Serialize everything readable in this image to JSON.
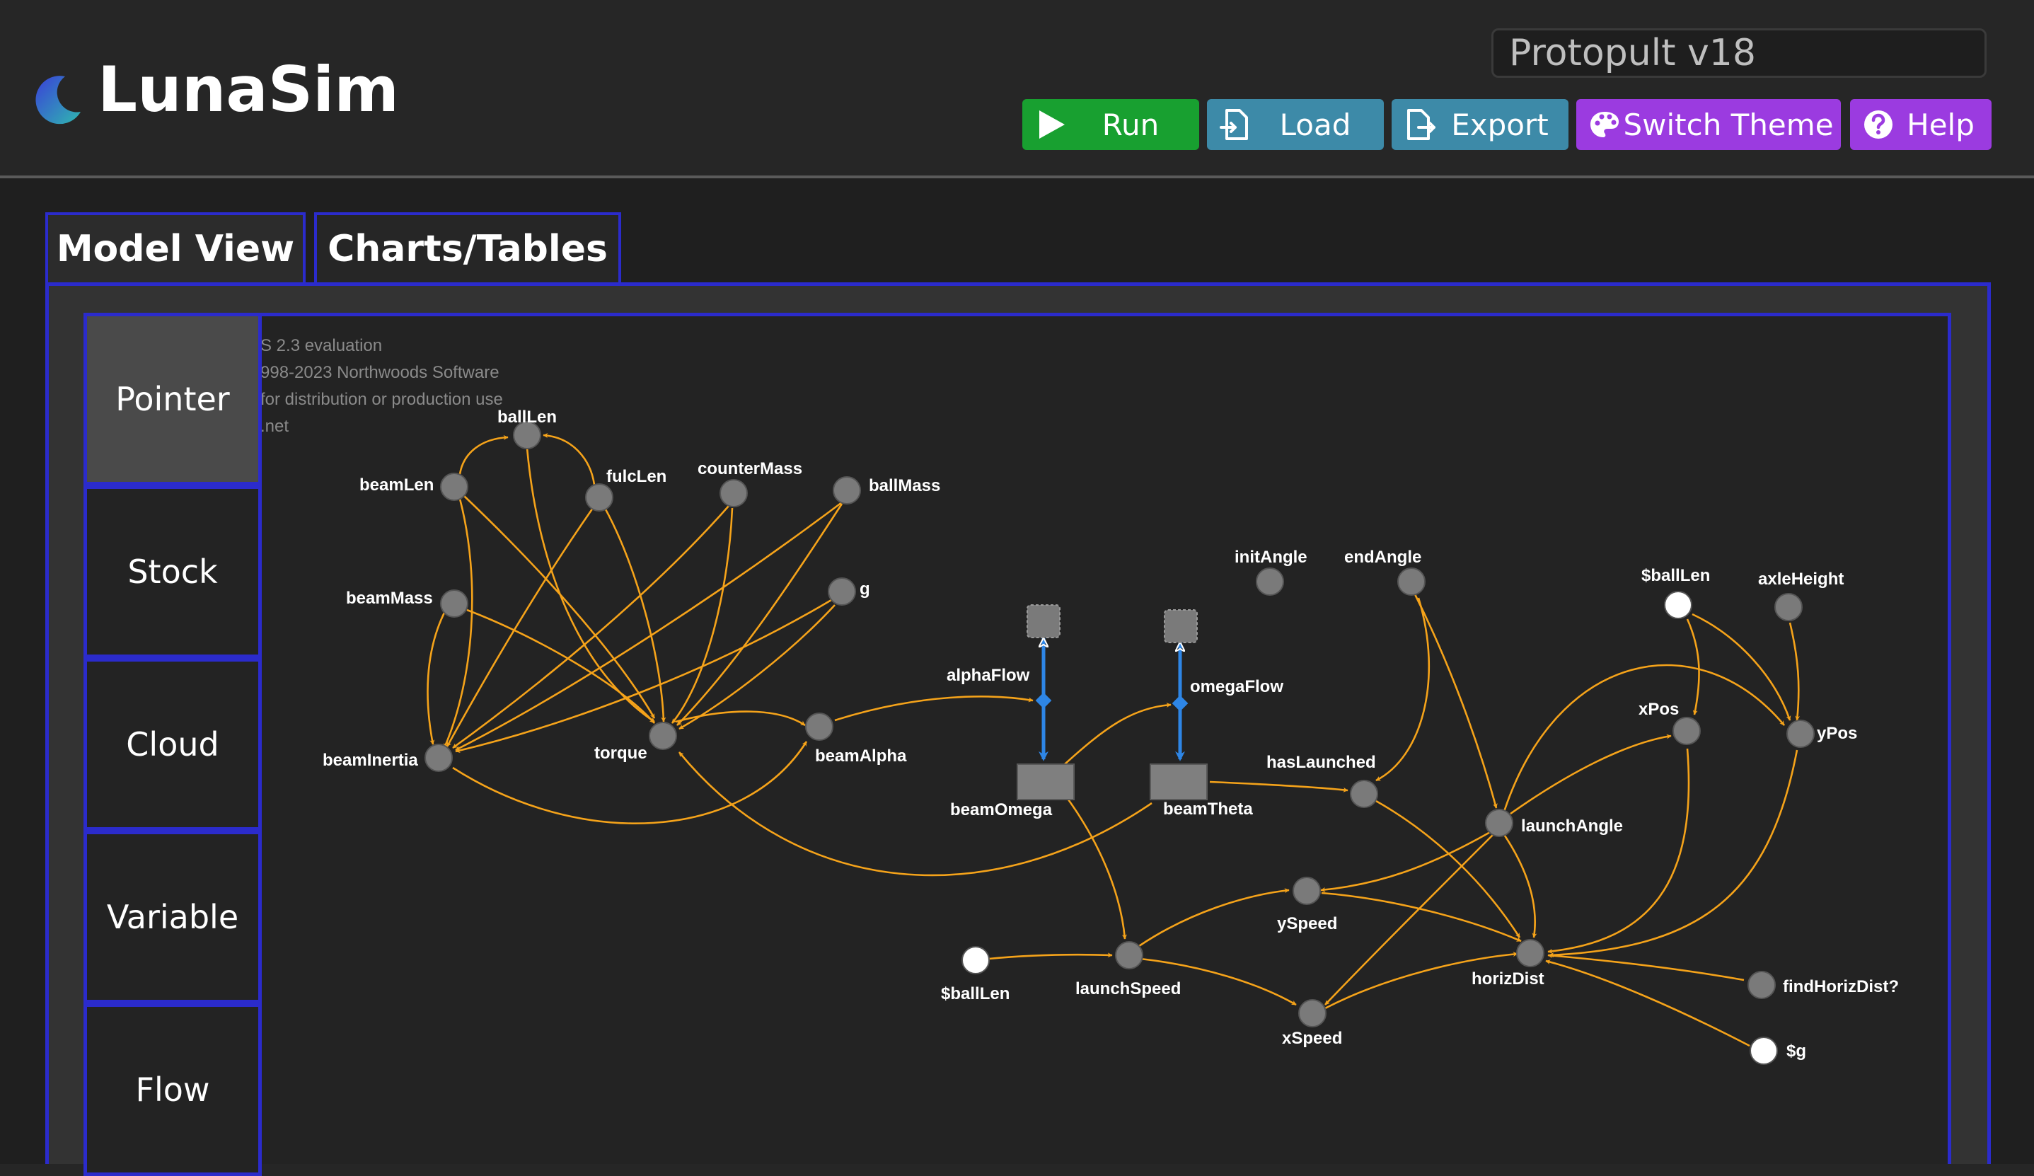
{
  "app": {
    "title": "LunaSim",
    "model_name": "Protopult v18"
  },
  "toolbar": {
    "run_label": "Run",
    "load_label": "Load",
    "export_label": "Export",
    "theme_label": "Switch Theme",
    "help_label": "Help"
  },
  "tabs": {
    "model_view": "Model View",
    "charts_tables": "Charts/Tables"
  },
  "palette": {
    "pointer": "Pointer",
    "stock": "Stock",
    "cloud": "Cloud",
    "variable": "Variable",
    "flow": "Flow"
  },
  "watermark": {
    "line1": "S 2.3 evaluation",
    "line2": "998-2023 Northwoods Software",
    "line3": "for distribution or production use",
    "line4": ".net"
  },
  "colors": {
    "run": "#18a030",
    "load_export": "#3d8aa8",
    "purple": "#9b3be0",
    "border_blue": "#2b2bcc",
    "link_orange": "#f5a31a",
    "flow_blue": "#2e86e6",
    "node_gray": "#7a7a7a"
  },
  "diagram": {
    "variables": {
      "ballLen": "ballLen",
      "beamLen": "beamLen",
      "fulcLen": "fulcLen",
      "counterMass": "counterMass",
      "ballMass": "ballMass",
      "beamMass": "beamMass",
      "g": "g",
      "beamInertia": "beamInertia",
      "torque": "torque",
      "beamAlpha": "beamAlpha",
      "initAngle": "initAngle",
      "endAngle": "endAngle",
      "sballLen_top": "$ballLen",
      "axleHeight": "axleHeight",
      "xPos": "xPos",
      "yPos": "yPos",
      "hasLaunched": "hasLaunched",
      "launchAngle": "launchAngle",
      "ySpeed": "ySpeed",
      "horizDist": "horizDist",
      "sballLen_bottom": "$ballLen",
      "launchSpeed": "launchSpeed",
      "xSpeed": "xSpeed",
      "findHorizDist": "findHorizDist?",
      "sg": "$g"
    },
    "flows": {
      "alphaFlow": "alphaFlow",
      "omegaFlow": "omegaFlow"
    },
    "stocks": {
      "beamOmega": "beamOmega",
      "beamTheta": "beamTheta"
    }
  }
}
